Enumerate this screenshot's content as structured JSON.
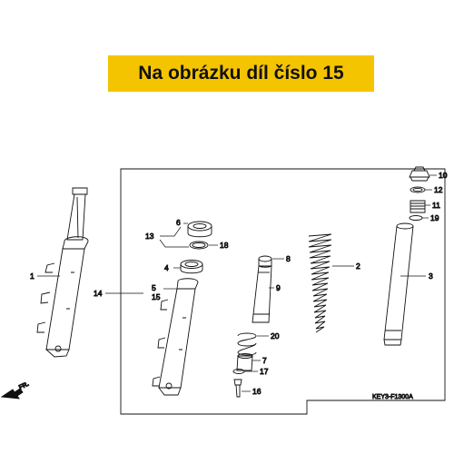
{
  "banner": {
    "text": "Na obrázku díl číslo 15"
  },
  "diagram": {
    "code": "KEY3-F1300A",
    "direction": "FR.",
    "callouts": {
      "c1": "1",
      "c2": "2",
      "c3": "3",
      "c4": "4",
      "c5": "5",
      "c6": "6",
      "c7": "7",
      "c8": "8",
      "c9": "9",
      "c10": "10",
      "c11": "11",
      "c12": "12",
      "c13": "13",
      "c14": "14",
      "c15": "15",
      "c16": "16",
      "c17": "17",
      "c18": "18",
      "c19": "19",
      "c20": "20"
    }
  },
  "colors": {
    "banner": "#f5c400",
    "line": "#111111"
  }
}
